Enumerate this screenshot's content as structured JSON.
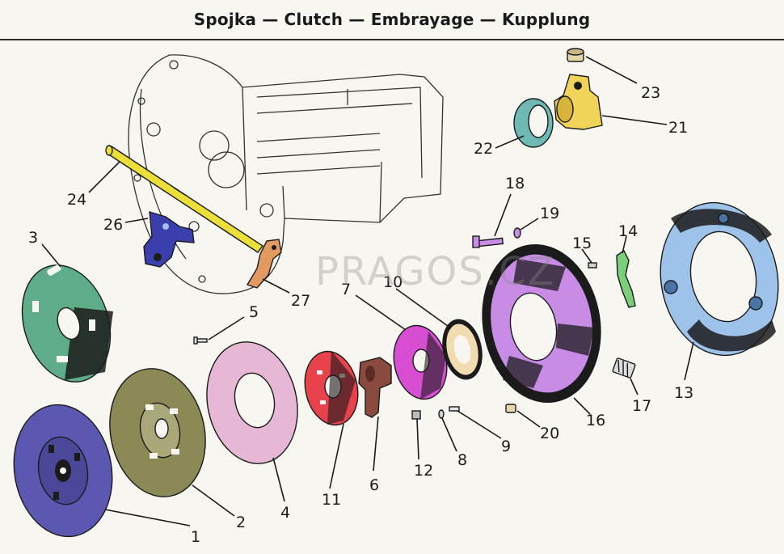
{
  "header": {
    "title": "Spojka — Clutch — Embrayage — Kupplung"
  },
  "watermark": "PRAGOS.CZ",
  "colors": {
    "disc_blue": "#5a58b0",
    "disc_olive": "#8b8a57",
    "lining_pink": "#e7b8d6",
    "plate_red": "#e8434b",
    "plate_magenta": "#d74ed3",
    "hub_brown": "#8b4a3f",
    "pressure_plate_violet": "#c88ce6",
    "cover_blue": "#9ec3ea",
    "plate_green": "#5fad88",
    "bearing_teal": "#6fb9b4",
    "sleeve_yellow": "#f0d45a",
    "shaft_yellow": "#ecdf3a",
    "fork_blue": "#3b3fae",
    "lever_orange": "#e39a60",
    "black": "#1b1b1b"
  },
  "parts": [
    {
      "id": "1",
      "label": "1"
    },
    {
      "id": "2",
      "label": "2"
    },
    {
      "id": "3",
      "label": "3"
    },
    {
      "id": "4",
      "label": "4"
    },
    {
      "id": "5",
      "label": "5"
    },
    {
      "id": "6",
      "label": "6"
    },
    {
      "id": "7",
      "label": "7"
    },
    {
      "id": "8",
      "label": "8"
    },
    {
      "id": "9",
      "label": "9"
    },
    {
      "id": "10",
      "label": "10"
    },
    {
      "id": "11",
      "label": "11"
    },
    {
      "id": "12",
      "label": "12"
    },
    {
      "id": "13",
      "label": "13"
    },
    {
      "id": "14",
      "label": "14"
    },
    {
      "id": "15",
      "label": "15"
    },
    {
      "id": "16",
      "label": "16"
    },
    {
      "id": "17",
      "label": "17"
    },
    {
      "id": "18",
      "label": "18"
    },
    {
      "id": "19",
      "label": "19"
    },
    {
      "id": "20",
      "label": "20"
    },
    {
      "id": "21",
      "label": "21"
    },
    {
      "id": "22",
      "label": "22"
    },
    {
      "id": "23",
      "label": "23"
    },
    {
      "id": "24",
      "label": "24"
    },
    {
      "id": "26",
      "label": "26"
    },
    {
      "id": "27",
      "label": "27"
    }
  ]
}
